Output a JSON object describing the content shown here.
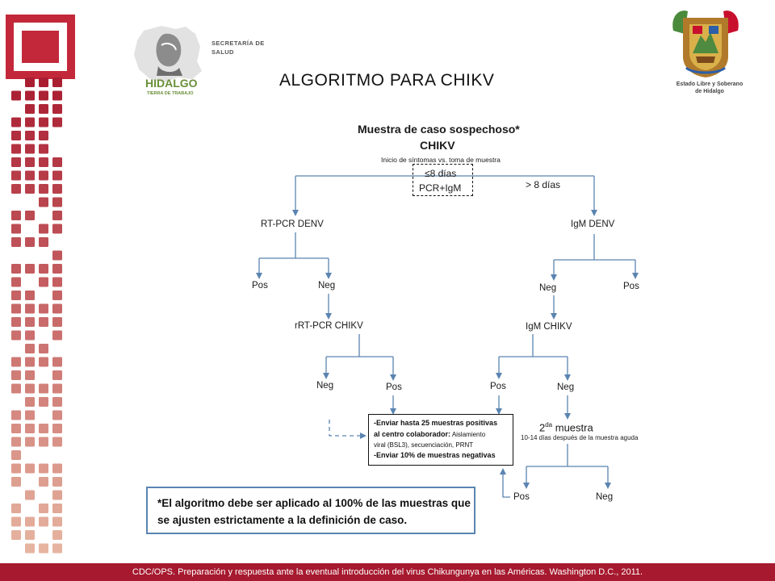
{
  "header": {
    "title": "ALGORITMO PARA CHIKV",
    "secretaria_line1": "SECRETARÍA DE",
    "secretaria_line2": "SALUD",
    "hidalgo_logo_text": "HIDALGO",
    "hidalgo_logo_sub": "TIERRA DE TRABAJO",
    "state_line1": "Estado Libre y Soberano",
    "state_line2": "de Hidalgo"
  },
  "flowchart": {
    "root_title": "Muestra de caso sospechoso*",
    "root_subtitle": "CHIKV",
    "root_caption": "Inicio de  síntomas vs. toma de muestra",
    "le8_line1": "≤8 días",
    "le8_line2": "PCR+IgM",
    "gt8": "> 8 días",
    "rt_pcr_denv": "RT-PCR DENV",
    "igm_denv": "IgM DENV",
    "left_pos": "Pos",
    "left_neg": "Neg",
    "right_neg": "Neg",
    "right_pos": "Pos",
    "rrt_pcr_chikv": "rRT-PCR CHIKV",
    "igm_chikv": "IgM CHIKV",
    "chikv_neg_left": "Neg",
    "chikv_pos_left": "Pos",
    "igm_pos": "Pos",
    "igm_neg": "Neg",
    "second_sample_num": "2",
    "second_sample_sup": "da",
    "second_sample_word": " muestra",
    "second_sample_caption": "10-14 días después de la muestra aguda",
    "final_pos": "Pos",
    "final_neg": "Neg",
    "send_line1": "-Enviar hasta 25 muestras positivas",
    "send_line2a": "al centro colaborador:",
    "send_line2b": " Aislamiento",
    "send_line3": "viral (BSL3), secuenciación, PRNT",
    "send_line4": "-Enviar 10% de muestras negativas"
  },
  "note": {
    "line1": "*El algoritmo debe ser aplicado al 100% de las muestras que",
    "line2": "se ajusten estrictamente a la definición de caso."
  },
  "footer": {
    "text": "CDC/OPS. Preparación y respuesta ante la eventual introducción del virus Chikungunya en las Américas. Washington D.C., 2011."
  },
  "colors": {
    "accent_red": "#c3283a",
    "footer_red": "#a6192e",
    "arrow_blue": "#5b84b1",
    "hidalgo_green": "#6a8f3a"
  },
  "icons": {
    "left_logo": "red-square-logo-icon",
    "hidalgo_logo": "hidalgo-map-logo-icon",
    "state_seal": "state-coat-of-arms-icon"
  }
}
